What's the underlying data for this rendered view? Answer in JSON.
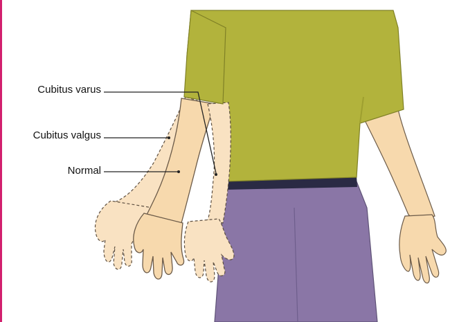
{
  "labels": {
    "cubitus_varus": "Cubitus varus",
    "cubitus_valgus": "Cubitus valgus",
    "normal": "Normal"
  },
  "colors": {
    "shirt": "#b2b33c",
    "shirt_shadow": "#9e9f30",
    "skin": "#f7d9ad",
    "skin_outline": "#6b5a48",
    "pants": "#8a76a6",
    "waistband": "#2a2a44",
    "leader_line": "#222222",
    "page_edge": "#d21f6e"
  }
}
